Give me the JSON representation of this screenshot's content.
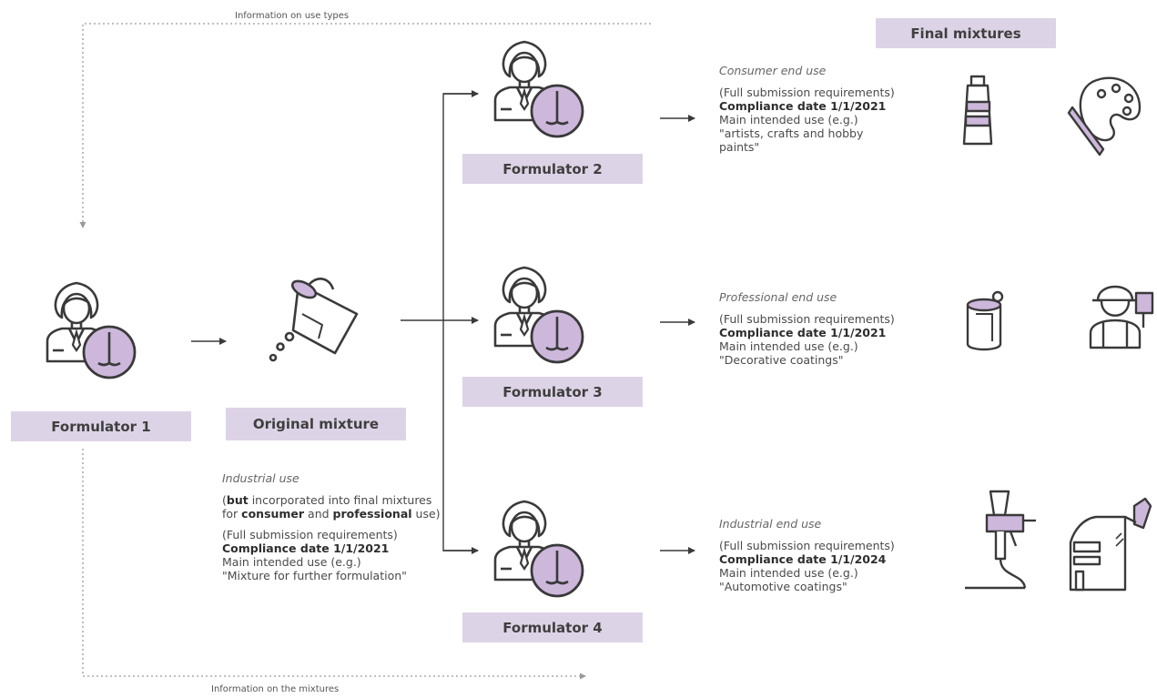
{
  "flows": {
    "top_label": "Information on use types",
    "bottom_label": "Information on the mixtures"
  },
  "header": {
    "final_mixtures": "Final mixtures"
  },
  "formulators": {
    "f1": "Formulator 1",
    "f2": "Formulator 2",
    "f3": "Formulator 3",
    "f4": "Formulator 4"
  },
  "original": {
    "label": "Original mixture",
    "use": "Industrial use",
    "note_open": "(",
    "note_but": "but",
    "note_mid1": " incorporated into final mixtures for ",
    "note_consumer": "consumer",
    "note_mid2": " and ",
    "note_professional": "professional",
    "note_close": " use)",
    "req": "(Full submission requirements)",
    "compliance": "Compliance date 1/1/2021",
    "main_use": "Main intended use (e.g.)",
    "example": "\"Mixture for further formulation\""
  },
  "consumer": {
    "use": "Consumer end use",
    "req": "(Full submission requirements)",
    "compliance": "Compliance date 1/1/2021",
    "main_use": "Main intended use (e.g.)",
    "example": "\"artists, crafts and hobby paints\""
  },
  "professional": {
    "use": "Professional end use",
    "req": "(Full submission requirements)",
    "compliance": "Compliance date 1/1/2021",
    "main_use": "Main intended use (e.g.)",
    "example": "\"Decorative coatings\""
  },
  "industrial": {
    "use": "Industrial end use",
    "req": "(Full submission requirements)",
    "compliance": "Compliance date 1/1/2024",
    "main_use": "Main intended use (e.g.)",
    "example": "\"Automotive coatings\""
  },
  "colors": {
    "accent": "#ddd3e6",
    "icon_fill": "#cdb8dc",
    "stroke": "#3a3a3a",
    "dotted": "#9a9a9a"
  },
  "icons": {
    "formulator": "formulator-person-mixer-icon",
    "paint_bucket": "paint-bucket-icon",
    "paint_tube": "paint-tube-icon",
    "palette": "palette-brush-icon",
    "paint_can": "paint-can-icon",
    "painter": "painter-worker-icon",
    "spray_gun": "spray-gun-icon",
    "car_spray": "car-spray-icon"
  }
}
